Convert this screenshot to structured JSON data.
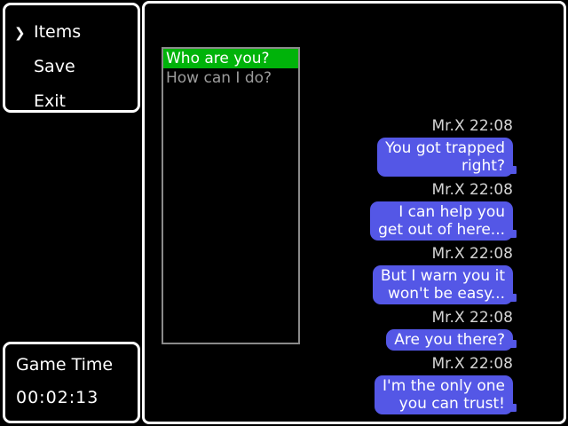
{
  "menu": {
    "cursor_icon": "❯",
    "items": [
      {
        "label": "Items",
        "selected": true
      },
      {
        "label": "Save",
        "selected": false
      },
      {
        "label": "Exit",
        "selected": false
      }
    ]
  },
  "game_time": {
    "label": "Game Time",
    "value": "00:02:13"
  },
  "choices": {
    "options": [
      {
        "label": "Who are you?",
        "selected": true
      },
      {
        "label": "How can I do?",
        "selected": false
      }
    ]
  },
  "chat": {
    "messages": [
      {
        "sender": "Mr.X",
        "time": "22:08",
        "lines": [
          "You got trapped",
          "right?"
        ]
      },
      {
        "sender": "Mr.X",
        "time": "22:08",
        "lines": [
          "I can help you",
          "get out of here..."
        ]
      },
      {
        "sender": "Mr.X",
        "time": "22:08",
        "lines": [
          "But I warn you it",
          "won't be easy..."
        ]
      },
      {
        "sender": "Mr.X",
        "time": "22:08",
        "lines": [
          "Are you there?"
        ]
      },
      {
        "sender": "Mr.X",
        "time": "22:08",
        "lines": [
          "I'm the only one",
          "you can trust!"
        ]
      }
    ]
  },
  "colors": {
    "background": "#000000",
    "window_border": "#ffffff",
    "choice_border": "#8a8a8a",
    "choice_selected_bg": "#00b30a",
    "choice_unselected_text": "#9c9c9c",
    "bubble_bg": "#5457e6",
    "bubble_text": "#ffffff",
    "header_text": "#d4d4d4"
  }
}
